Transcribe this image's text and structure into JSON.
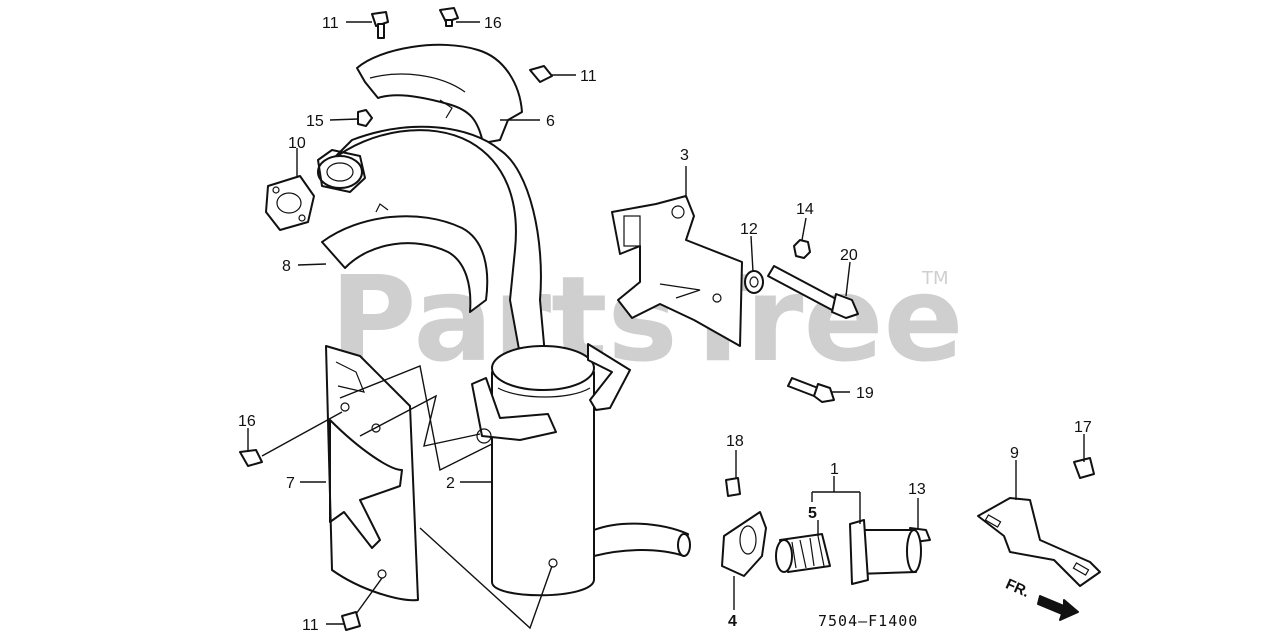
{
  "watermark": {
    "brand": "PartsTree",
    "trademark": "TM"
  },
  "diagram_code": "7504—F1400",
  "direction_label": "FR.",
  "callouts": {
    "c1": "1",
    "c2": "2",
    "c3": "3",
    "c4": "4",
    "c5": "5",
    "c6": "6",
    "c7": "7",
    "c8": "8",
    "c9": "9",
    "c10": "10",
    "c11a": "11",
    "c11b": "11",
    "c11c": "11",
    "c12": "12",
    "c13": "13",
    "c14": "14",
    "c15": "15",
    "c16a": "16",
    "c16b": "16",
    "c17": "17",
    "c18": "18",
    "c19": "19",
    "c20": "20"
  },
  "icons": [
    "bolt-icon",
    "nut-icon",
    "arrow-icon"
  ]
}
